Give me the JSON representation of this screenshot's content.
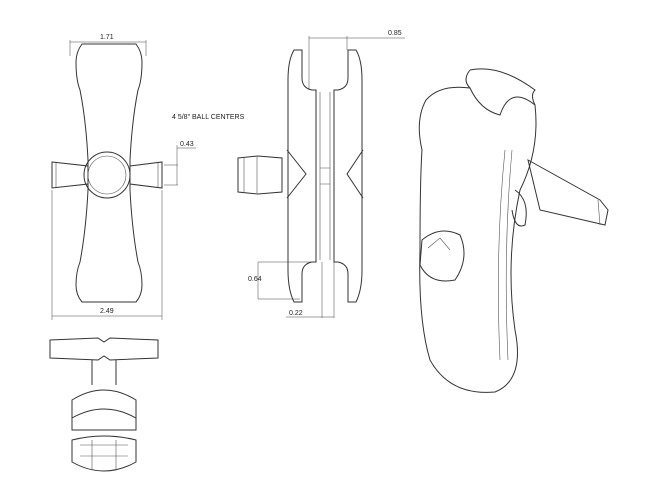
{
  "drawing": {
    "title_note": "4 5/8\" BALL CENTERS",
    "dimensions": {
      "top_width": "1.71",
      "ball_height": "0.43",
      "overall_width": "2.49",
      "socket_width": "0.85",
      "socket_depth": "0.64",
      "slot_width": "0.22"
    },
    "views": [
      "front-view",
      "side-view",
      "bottom-view",
      "isometric-view"
    ]
  }
}
